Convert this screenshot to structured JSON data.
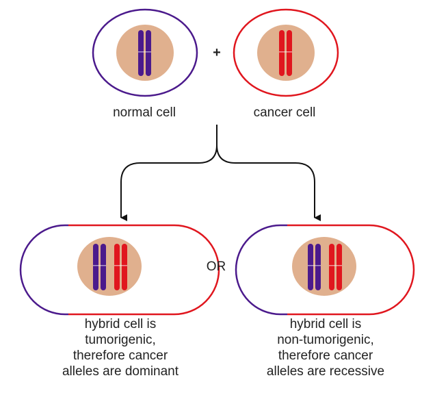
{
  "colors": {
    "normal": "#4b1a8c",
    "cancer": "#e0161e",
    "nucleus": "#e0b08e",
    "arrow": "#111111",
    "text": "#222222"
  },
  "labels": {
    "plus": "+",
    "normal_cell": "normal cell",
    "cancer_cell": "cancer cell",
    "or": "OR"
  },
  "captions": {
    "left": [
      "hybrid cell is",
      "tumorigenic,",
      "therefore cancer",
      "alleles are dominant"
    ],
    "right": [
      "hybrid cell is",
      "non-tumorigenic,",
      "therefore cancer",
      "alleles are recessive"
    ]
  }
}
